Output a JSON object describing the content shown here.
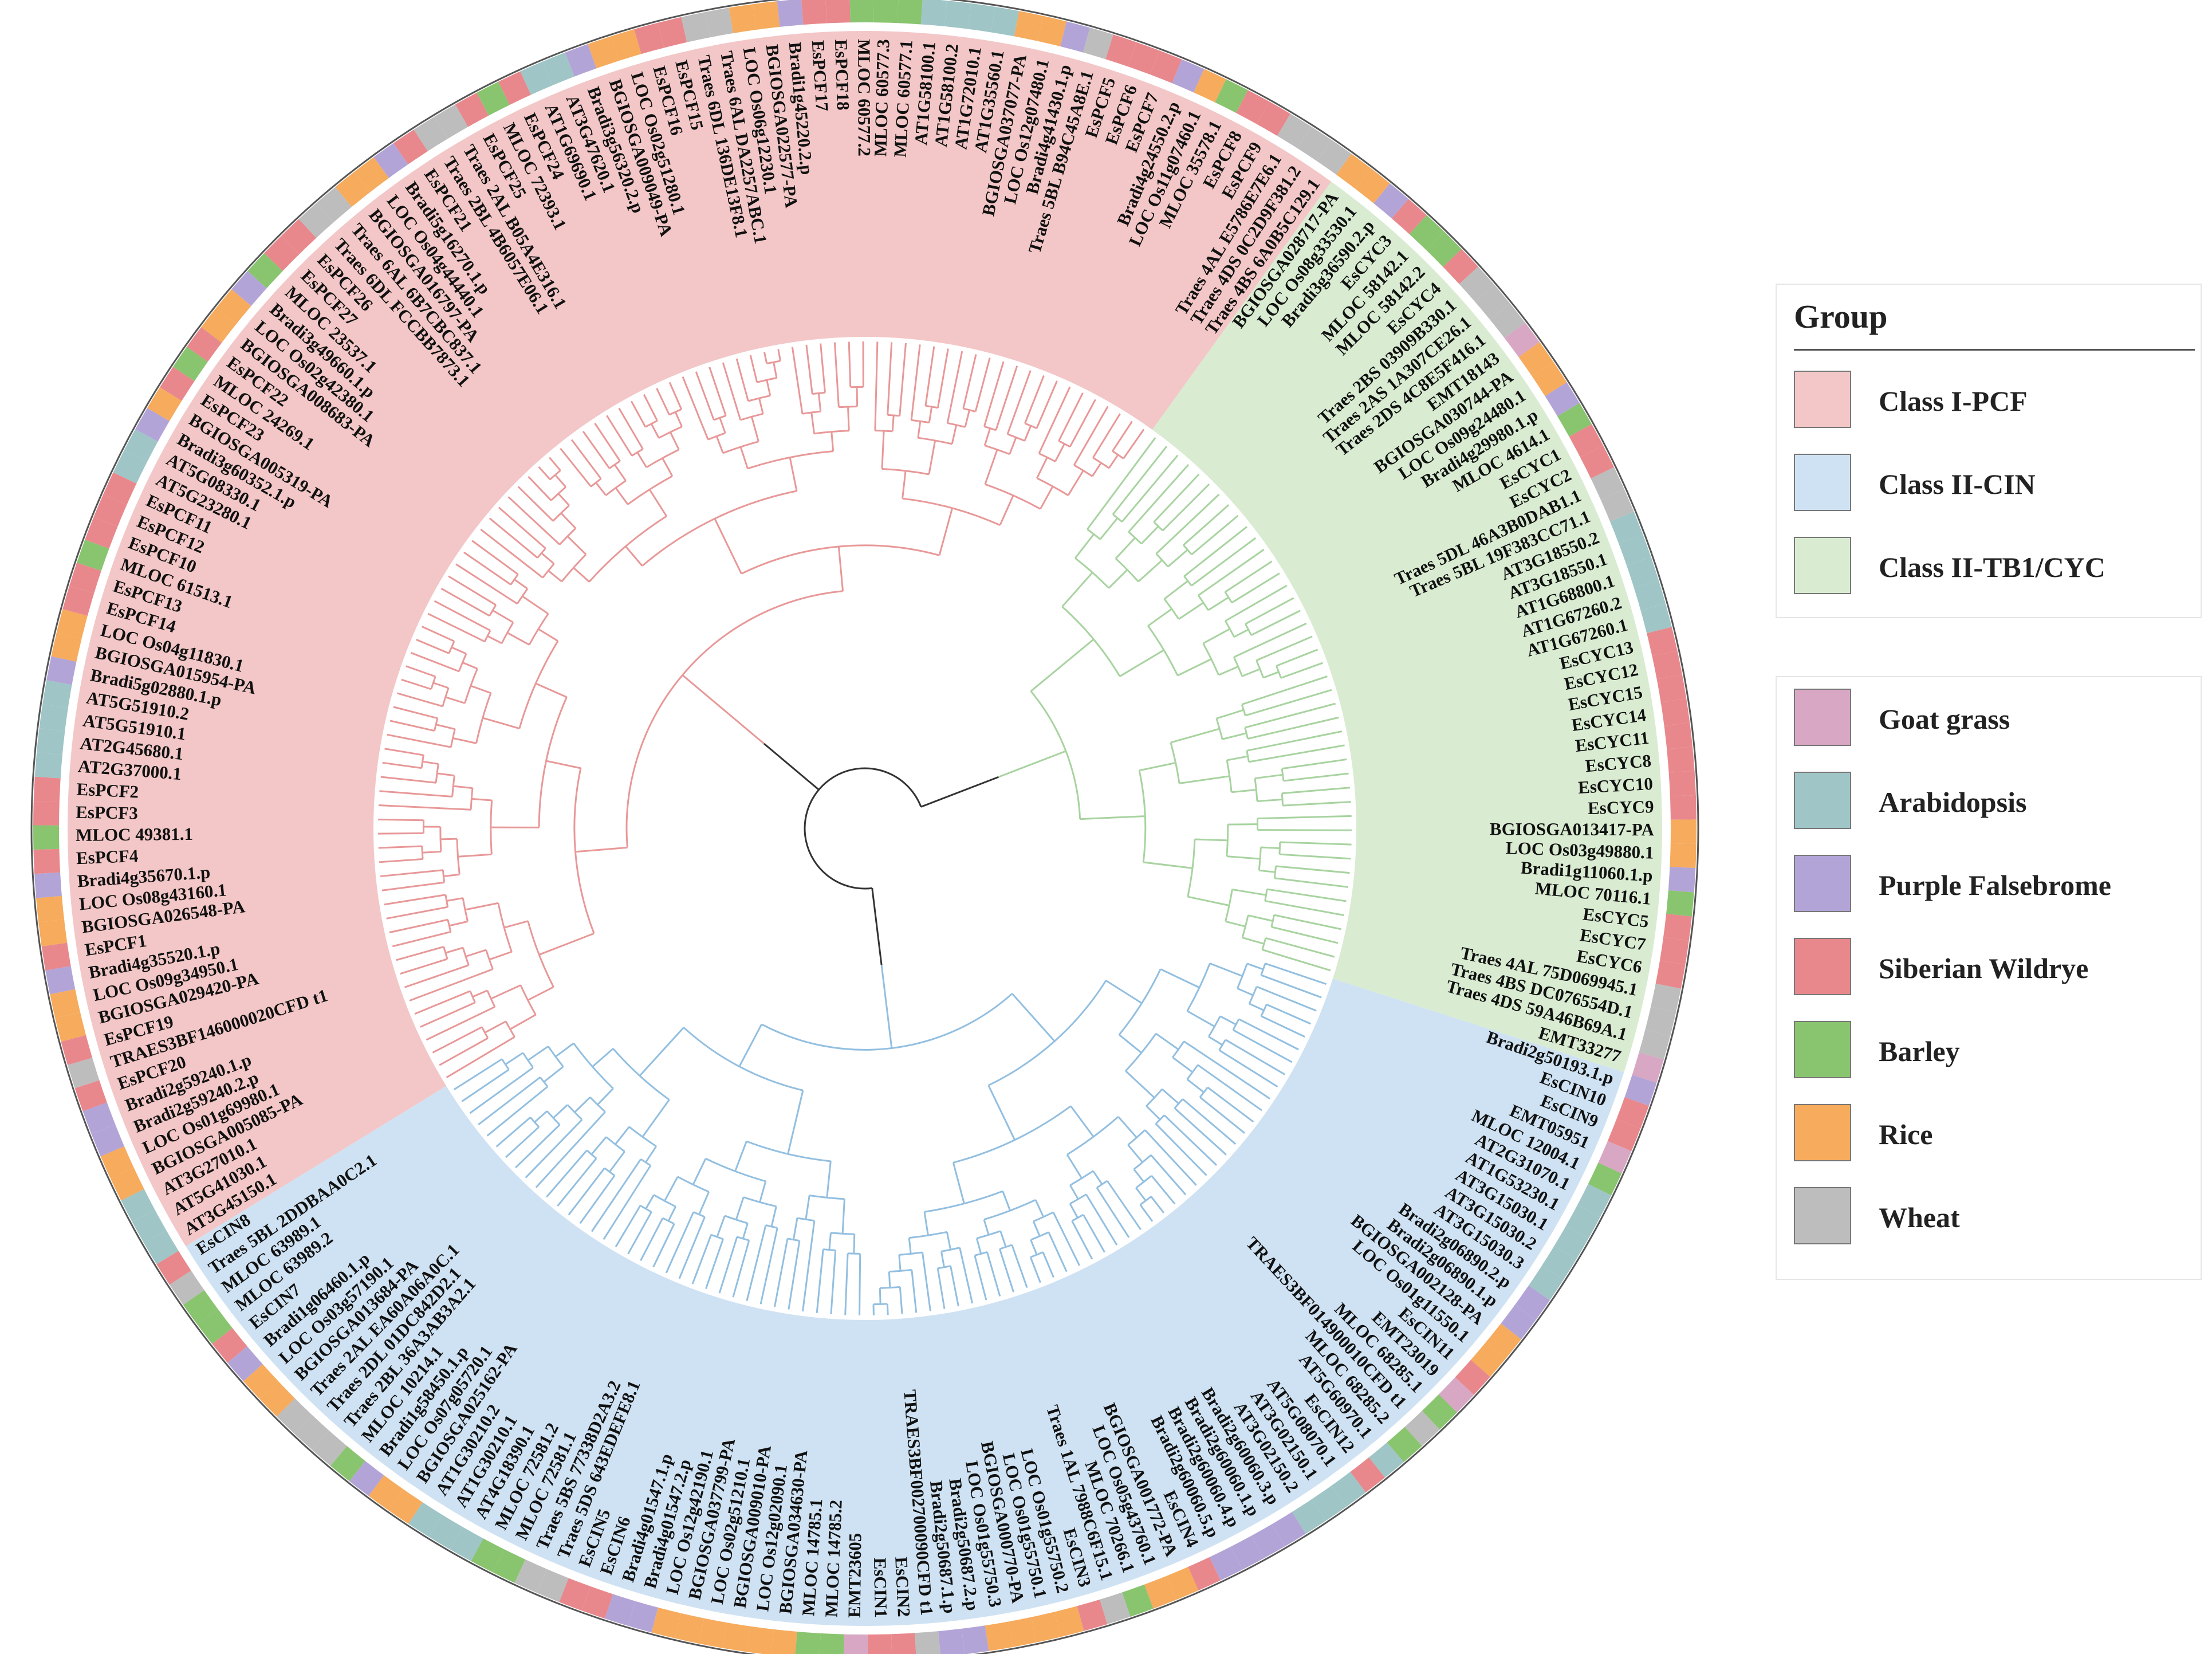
{
  "groups": [
    {
      "name": "Class I-PCF",
      "color": "#f3c7c7",
      "line": "#e89898"
    },
    {
      "name": "Class II-CIN",
      "color": "#cfe2f3",
      "line": "#93bfe0"
    },
    {
      "name": "Class II-TB1/CYC",
      "color": "#d9ecd2",
      "line": "#a8d3a0"
    }
  ],
  "legend": {
    "group_title": "Group",
    "groups": [
      {
        "label": "Class I-PCF",
        "color": "#f3c7c7"
      },
      {
        "label": "Class II-CIN",
        "color": "#cfe2f3"
      },
      {
        "label": "Class II-TB1/CYC",
        "color": "#d9ecd2"
      }
    ],
    "species": [
      {
        "label": "Goat grass",
        "color": "#d8a7c4"
      },
      {
        "label": "Arabidopsis",
        "color": "#9fc5c6"
      },
      {
        "label": "Purple Falsebrome",
        "color": "#b3a4d8"
      },
      {
        "label": "Siberian Wildrye",
        "color": "#e8888c"
      },
      {
        "label": "Barley",
        "color": "#89c46f"
      },
      {
        "label": "Rice",
        "color": "#f6ab5d"
      },
      {
        "label": "Wheat",
        "color": "#bdbdbd"
      }
    ]
  },
  "species_colors": {
    "aet": "#d8a7c4",
    "ath": "#9fc5c6",
    "bdi": "#b3a4d8",
    "esi": "#e8888c",
    "hvu": "#89c46f",
    "osa": "#f6ab5d",
    "tae": "#bdbdbd"
  },
  "leaves": {
    "cin_tail": [
      "Bradi2g50193.1.p",
      "EsCIN10",
      "EsCIN9",
      "EMT05951",
      "MLOC 12004.1",
      "AT2G31070.1",
      "AT1G53230.1",
      "AT3G15030.1",
      "AT3G15030.2",
      "AT3G15030.3",
      "Bradi2g06890.2.p",
      "Bradi2g06890.1.p",
      "BGIOSGA002128-PA",
      "LOC Os01g11550.1",
      "EsCIN11",
      "EMT23019",
      "MLOC 68285.1",
      "TRAES3BF014900010CFD t1",
      "MLOC 68285.2",
      "AT5G60970.1",
      "EsCIN12",
      "AT5G08070.1",
      "AT3G02150.1",
      "AT3G02150.2",
      "Bradi2g60060.3.p",
      "Bradi2g60060.1.p",
      "Bradi2g60060.4.p",
      "Bradi2g60060.5.p",
      "EsCIN4",
      "BGIOSGA001772-PA",
      "LOC Os05g43760.1",
      "MLOC 70266.1",
      "Traes 1AL 7988C6F15.1",
      "EsCIN3",
      "LOC Os01g55750.2",
      "LOC Os01g55750.1",
      "BGIOSGA000770-PA",
      "LOC Os01g55750.3",
      "Bradi2g50687.2.p",
      "Bradi2g50687.1.p",
      "TRAES3BF002700090CFD t1",
      "EsCIN2",
      "EsCIN1",
      "EMT23605",
      "MLOC 14785.2",
      "MLOC 14785.1",
      "BGIOSGA034630-PA",
      "LOC Os12g02090.1",
      "BGIOSGA009010-PA",
      "LOC Os02g51210.1",
      "BGIOSGA037799-PA",
      "LOC Os12g42190.1",
      "Bradi4g01547.2.p",
      "Bradi4g01547.1.p",
      "EsCIN6",
      "EsCIN5",
      "Traes 5DS 643EDEFE8.1",
      "Traes 5BS 77338D2A3.2",
      "MLOC 72581.1",
      "MLOC 72581.2",
      "AT4G18390.1",
      "AT1G30210.1",
      "AT1G30210.2",
      "BGIOSGA025162-PA",
      "LOC Os07g05720.1",
      "Bradi1g58450.1.p",
      "MLOC 10214.1",
      "Traes 2BL 36A3AB3A2.1",
      "Traes 2DL 01DC842D2.1",
      "Traes 2AL EA60A06A0C.1",
      "BGIOSGA013684-PA",
      "LOC Os03g57190.1",
      "Bradi1g06460.1.p",
      "EsCIN7",
      "MLOC 63989.2",
      "MLOC 63989.1",
      "Traes 5BL 2DDBAA0C2.1",
      "EsCIN8"
    ],
    "pcf": [
      "AT3G45150.1",
      "AT5G41030.1",
      "AT3G27010.1",
      "BGIOSGA005085-PA",
      "LOC Os01g69980.1",
      "Bradi2g59240.2.p",
      "Bradi2g59240.1.p",
      "EsPCF20",
      "TRAES3BF146000020CFD t1",
      "EsPCF19",
      "BGIOSGA029420-PA",
      "LOC Os09g34950.1",
      "Bradi4g35520.1.p",
      "EsPCF1",
      "BGIOSGA026548-PA",
      "LOC Os08g43160.1",
      "Bradi4g35670.1.p",
      "EsPCF4",
      "MLOC 49381.1",
      "EsPCF3",
      "EsPCF2",
      "AT2G37000.1",
      "AT2G45680.1",
      "AT5G51910.1",
      "AT5G51910.2",
      "Bradi5g02880.1.p",
      "BGIOSGA015954-PA",
      "LOC Os04g11830.1",
      "EsPCF14",
      "EsPCF13",
      "MLOC 61513.1",
      "EsPCF10",
      "EsPCF12",
      "EsPCF11",
      "AT5G23280.1",
      "AT5G08330.1",
      "Bradi3g60352.1.p",
      "BGIOSGA005319-PA",
      "EsPCF23",
      "MLOC 24269.1",
      "EsPCF22",
      "BGIOSGA008683-PA",
      "LOC Os02g42380.1",
      "Bradi3g49660.1.p",
      "MLOC 23537.1",
      "EsPCF27",
      "EsPCF26",
      "Traes 6DL FCCBB7873.1",
      "Traes 6AL 6B7CBC837.1",
      "BGIOSGA016797-PA",
      "LOC Os04g44440.1",
      "Bradi5g16270.1.p",
      "EsPCF21",
      "Traes 2BL 4B6057E06.1",
      "Traes 2AL B05A4E316.1",
      "EsPCF25",
      "MLOC 72393.1",
      "EsPCF24",
      "AT1G69690.1",
      "AT3G47620.1",
      "Bradi3g56320.2.p",
      "BGIOSGA009049-PA",
      "LOC Os02g51280.1",
      "EsPCF16",
      "EsPCF15",
      "Traes 6DL 136DE13F8.1",
      "Traes 6AL DA2257ABC.1",
      "LOC Os06g12230.1",
      "BGIOSGA022577-PA",
      "Bradi1g45220.2.p",
      "EsPCF17",
      "EsPCF18",
      "MLOC 60577.2",
      "MLOC 60577.3",
      "MLOC 60577.1",
      "AT1G58100.1",
      "AT1G58100.2",
      "AT1G72010.1",
      "AT1G35560.1",
      "BGIOSGA037077-PA",
      "LOC Os12g07480.1",
      "Bradi4g41430.1.p",
      "Traes 5BL B94C45A8E.1",
      "EsPCF5",
      "EsPCF6",
      "EsPCF7",
      "Bradi4g24550.2.p",
      "LOC Os11g07460.1",
      "MLOC 35578.1",
      "EsPCF8",
      "EsPCF9",
      "Traes 4AL E5786E7E6.1",
      "Traes 4DS 0C2D9F381.2",
      "Traes 4BS 6A0B5C129.1"
    ],
    "cyc": [
      "BGIOSGA028717-PA",
      "LOC Os08g33530.1",
      "Bradi3g36590.2.p",
      "EsCYC3",
      "MLOC 58142.1",
      "MLOC 58142.2",
      "EsCYC4",
      "Traes 2BS 03909B330.1",
      "Traes 2AS 1A307CE26.1",
      "Traes 2DS 4C8E5F416.1",
      "EMT18143",
      "BGIOSGA030744-PA",
      "LOC Os09g24480.1",
      "Bradi4g29980.1.p",
      "MLOC 4614.1",
      "EsCYC1",
      "EsCYC2",
      "Traes 5DL 46A3B0DAB1.1",
      "Traes 5BL 19F383CC71.1",
      "AT3G18550.2",
      "AT3G18550.1",
      "AT1G68800.1",
      "AT1G67260.2",
      "AT1G67260.1",
      "EsCYC13",
      "EsCYC12",
      "EsCYC15",
      "EsCYC14",
      "EsCYC11",
      "EsCYC8",
      "EsCYC10",
      "EsCYC9",
      "BGIOSGA013417-PA",
      "LOC Os03g49880.1",
      "Bradi1g11060.1.p",
      "MLOC 70116.1",
      "EsCYC5",
      "EsCYC7",
      "EsCYC6",
      "Traes 4AL 75D069945.1",
      "Traes 4BS DC076554D.1",
      "Traes 4DS 59A46B69A.1",
      "EMT33277"
    ]
  }
}
